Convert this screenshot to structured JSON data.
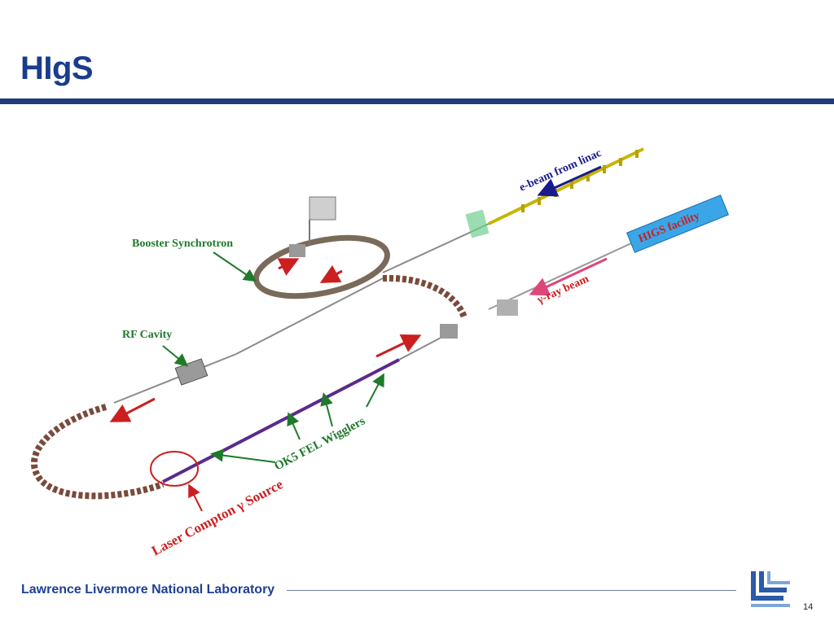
{
  "slide": {
    "title": "HIgS",
    "page_number": "14",
    "footer": "Lawrence Livermore National Laboratory"
  },
  "diagram": {
    "labels": {
      "booster": "Booster Synchrotron",
      "rf_cavity": "RF Cavity",
      "ebeam": "e-beam from linac",
      "higs": "HIGS facility",
      "gamma": "γ-ray beam",
      "wigglers": "OK5 FEL Wigglers",
      "compton": "Laser Compton γ Source"
    }
  },
  "colors": {
    "title": "#1a3c8c",
    "rule": "#1c3d7a",
    "label_green": "#1f7a2a",
    "label_red": "#cc1f1f",
    "ebeam_blue": "#1a1a8c",
    "higs_box": "#3aa6e8"
  }
}
